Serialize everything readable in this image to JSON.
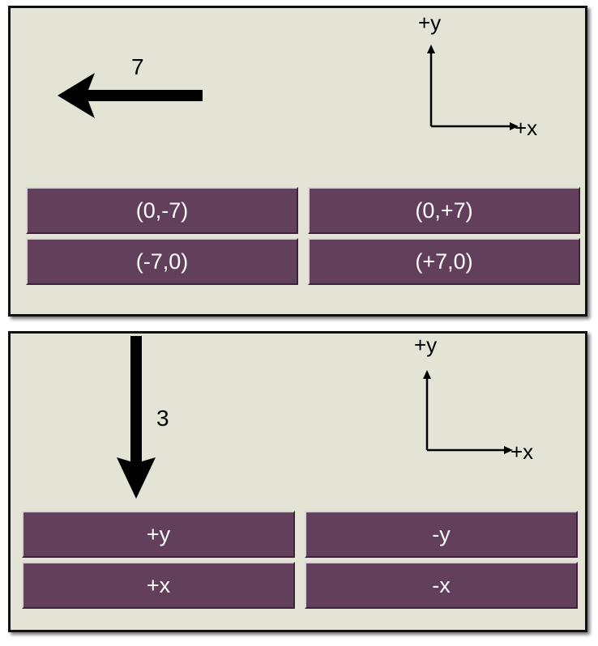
{
  "panel1": {
    "vector": {
      "direction": "left",
      "magnitude_label": "7"
    },
    "axes": {
      "y_label": "+y",
      "x_label": "+x"
    },
    "options": [
      "(0,-7)",
      "(0,+7)",
      "(-7,0)",
      "(+7,0)"
    ]
  },
  "panel2": {
    "vector": {
      "direction": "down",
      "magnitude_label": "3"
    },
    "axes": {
      "y_label": "+y",
      "x_label": "+x"
    },
    "options": [
      "+y",
      "-y",
      "+x",
      "-x"
    ]
  },
  "colors": {
    "panel_bg": "#e4e4d6",
    "button_bg": "#623f5b",
    "button_text": "#ffffff"
  }
}
